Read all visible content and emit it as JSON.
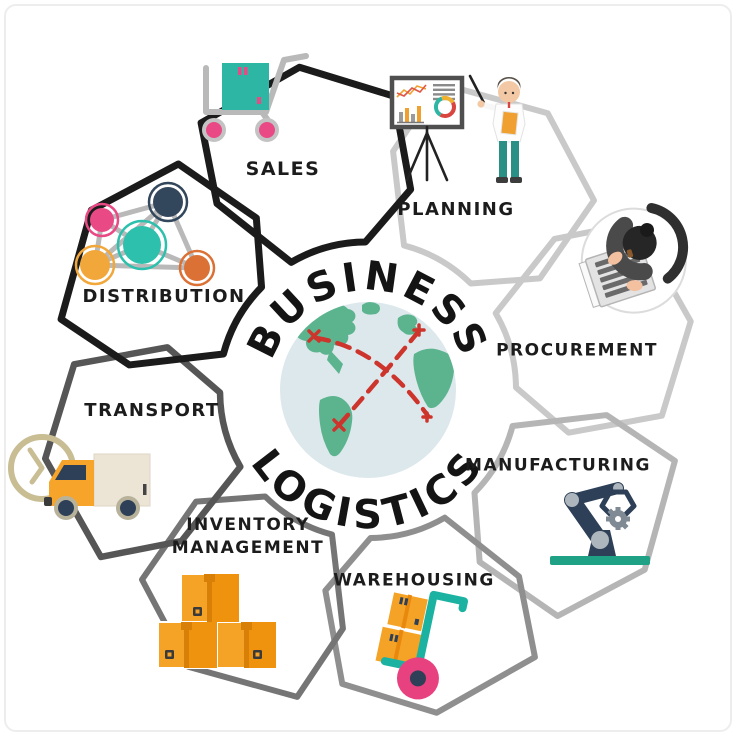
{
  "title": {
    "top": "BUSINESS",
    "bottom": "LOGISTICS"
  },
  "segments": [
    {
      "id": "sales",
      "label": "SALES",
      "icon": "hand-truck-box-icon"
    },
    {
      "id": "planning",
      "label": "PLANNING",
      "icon": "presentation-board-icon"
    },
    {
      "id": "procurement",
      "label": "PROCUREMENT",
      "icon": "person-laptop-icon"
    },
    {
      "id": "manufacturing",
      "label": "MANUFACTURING",
      "icon": "robot-arm-icon"
    },
    {
      "id": "warehousing",
      "label": "WAREHOUSING",
      "icon": "dolly-boxes-icon"
    },
    {
      "id": "inventory_management",
      "label": "INVENTORY MANAGEMENT",
      "icon": "stacked-boxes-icon"
    },
    {
      "id": "transport",
      "label": "TRANSPORT",
      "icon": "delivery-truck-clock-icon"
    },
    {
      "id": "distribution",
      "label": "DISTRIBUTION",
      "icon": "network-nodes-icon"
    }
  ],
  "center": {
    "icon": "globe-icon",
    "routes_icon": "shipping-routes-dashed"
  },
  "colors": {
    "teal": "#2eb6a4",
    "teal_dolly": "#1cb2a2",
    "teal_base": "#1fa185",
    "teal_pants": "#2a8f85",
    "pink": "#e94a85",
    "navy": "#2e4057",
    "orange": "#f5a327",
    "orange_dark": "#e8890e",
    "yellow_node": "#f2a73b",
    "orange_node": "#db7135",
    "globe_land": "#5cb48f",
    "globe_water": "#dce8ec",
    "route_red": "#cd342c",
    "line_black": "#1b1b1b",
    "line_gray_dark": "#565656",
    "line_gray_mid": "#8f8f8f",
    "line_gray_inventory": "#757575",
    "line_gray_light": "#c9c9c9",
    "line_gray_manu": "#b5b5b5",
    "frame_gray": "#b9b9b9",
    "khaki": "#c9bd94",
    "cream": "#ece5d6",
    "label_text": "#1c1c1c"
  }
}
